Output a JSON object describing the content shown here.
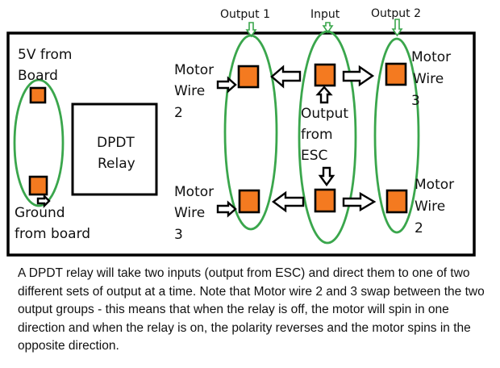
{
  "header_labels": {
    "output1": "Output 1",
    "input": "Input",
    "output2": "Output 2"
  },
  "labels": {
    "five_v_line1": "5V from",
    "five_v_line2": "Board",
    "ground_line1": "Ground",
    "ground_line2": "from board",
    "relay_line1": "DPDT",
    "relay_line2": "Relay",
    "mw2_top": [
      "Motor",
      "Wire",
      "2"
    ],
    "mw3_bottom_left": [
      "Motor",
      "Wire",
      "3"
    ],
    "mw3_top_right": [
      "Motor",
      "Wire",
      "3"
    ],
    "mw2_bottom_right": [
      "Motor",
      "Wire",
      "2"
    ],
    "esc": [
      "Output",
      "from",
      "ESC"
    ]
  },
  "colors": {
    "terminal_fill": "#f47a20",
    "group_outline": "#3aa64c",
    "stroke": "#000000"
  },
  "caption": "A DPDT relay will take two inputs (output from ESC) and direct them to one of two different sets of output at a time. Note that Motor wire 2 and 3 swap between the two output groups - this means that when the relay is off, the motor will spin in one direction and when the relay is on, the polarity reverses and the motor spins in the opposite direction."
}
